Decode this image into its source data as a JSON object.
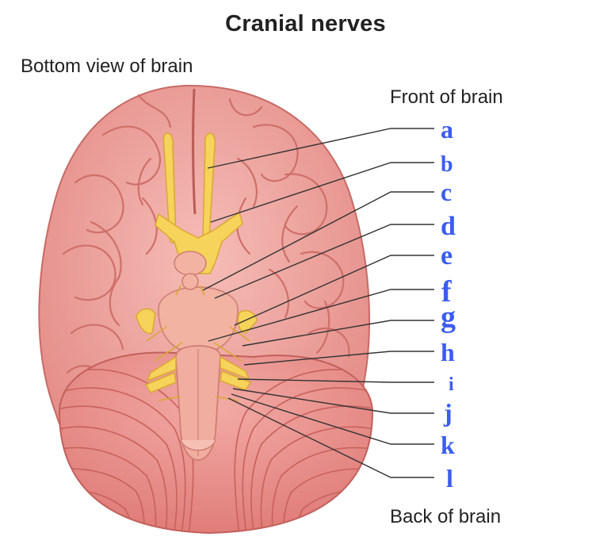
{
  "title": "Cranial nerves",
  "subtitle": "Bottom view of brain",
  "front_label": "Front of brain",
  "back_label": "Back of brain",
  "colors": {
    "cerebrum": "#f2aaa5",
    "cerebrum_dark": "#d9736f",
    "cerebellum": "#ef9c98",
    "nerve": "#f6d35a",
    "brainstem": "#f4b4a4",
    "label": "#3b5cf0",
    "leader_line": "#333333"
  },
  "labels": [
    "a",
    "b",
    "c",
    "d",
    "e",
    "f",
    "g",
    "h",
    "i",
    "j",
    "k",
    "l"
  ]
}
